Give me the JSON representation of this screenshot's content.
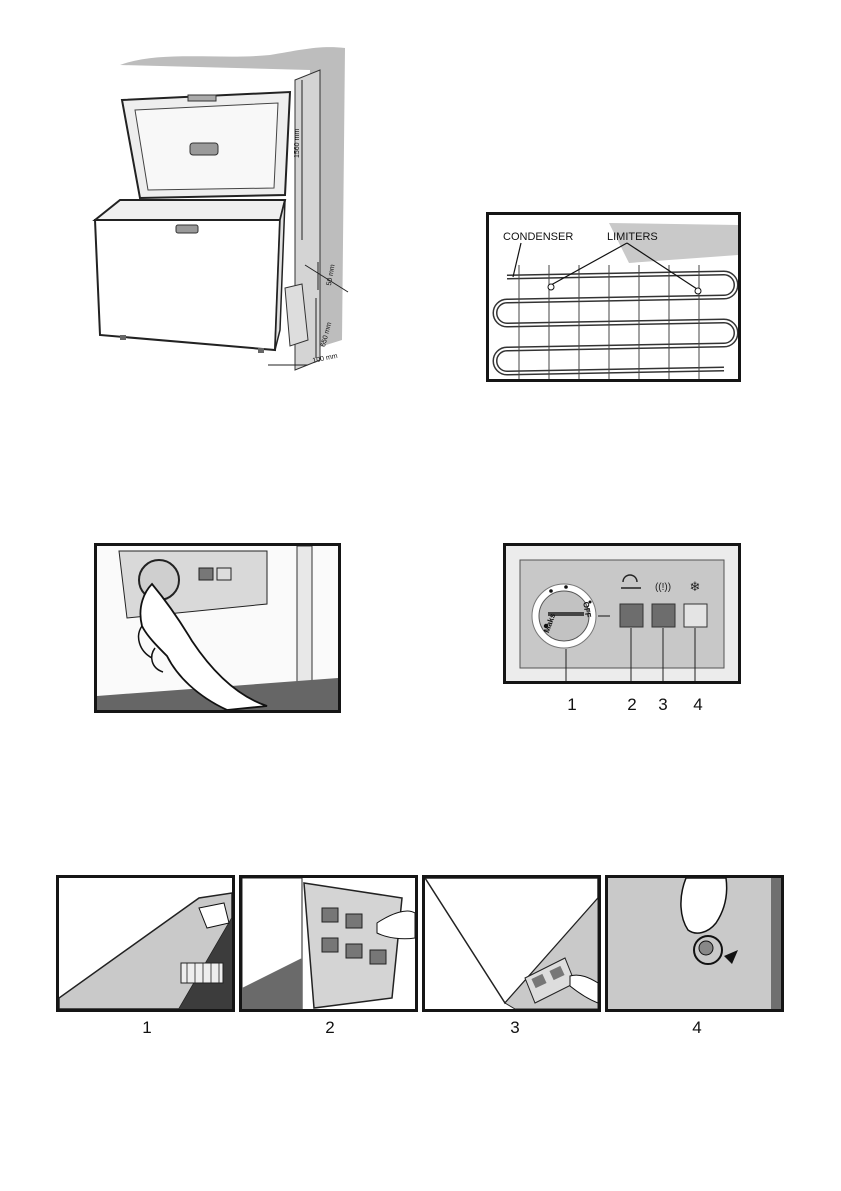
{
  "freezer_install": {
    "dim_height": "1560 mm",
    "dim_top_gap": "50 mm",
    "dim_mid": "650 mm",
    "dim_side_gap": "100 mm"
  },
  "condenser_figure": {
    "condenser_label": "CONDENSER",
    "limiters_label": "LIMITERS"
  },
  "control_panel": {
    "dial_off": "OFF",
    "dial_max": "Maks",
    "numbers": [
      "1",
      "2",
      "3",
      "4"
    ]
  },
  "steps": {
    "numbers": [
      "1",
      "2",
      "3",
      "4"
    ]
  },
  "colors": {
    "frame": "#151515",
    "panel_gray": "#c8c8c8",
    "indicator_dark": "#6d6d6d",
    "indicator_light": "#e4e4e4"
  }
}
